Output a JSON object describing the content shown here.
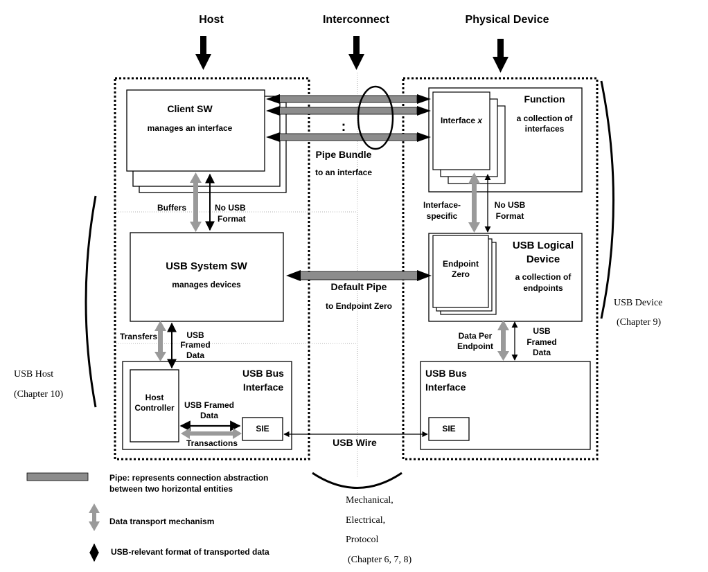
{
  "columns": {
    "host": "Host",
    "interconnect": "Interconnect",
    "physical_device": "Physical Device"
  },
  "host": {
    "client_sw": {
      "title": "Client SW",
      "subtitle": "manages an interface"
    },
    "buffers": "Buffers",
    "no_usb_format": [
      "No USB",
      "Format"
    ],
    "system_sw": {
      "title": "USB System SW",
      "subtitle": "manages devices"
    },
    "transfers": "Transfers",
    "usb_framed_data": [
      "USB",
      "Framed",
      "Data"
    ],
    "bus_interface": {
      "title": [
        "USB Bus",
        "Interface"
      ]
    },
    "host_controller": [
      "Host",
      "Controller"
    ],
    "usb_framed_data_inner": [
      "USB Framed",
      "Data"
    ],
    "sie": "SIE",
    "transactions": "Transactions",
    "bracket_label": [
      "USB Host",
      "(Chapter 10)"
    ]
  },
  "interconnect": {
    "ellipsis": ":",
    "pipe_bundle": "Pipe Bundle",
    "pipe_bundle_sub": "to an interface",
    "default_pipe": "Default Pipe",
    "default_pipe_sub": "to Endpoint Zero",
    "usb_wire": "USB Wire",
    "bottom_label": [
      "Mechanical,",
      "Electrical,",
      "Protocol",
      "(Chapter 6, 7, 8)"
    ]
  },
  "device": {
    "function": {
      "title": "Function",
      "subtitle": [
        "a collection of",
        "interfaces"
      ]
    },
    "interface_x": "Interface x",
    "interface_specific": [
      "Interface-",
      "specific"
    ],
    "no_usb_format": [
      "No USB",
      "Format"
    ],
    "logical_device": {
      "title": [
        "USB Logical",
        "Device"
      ],
      "subtitle": [
        "a collection of",
        "endpoints"
      ]
    },
    "endpoint_zero": [
      "Endpoint",
      "Zero"
    ],
    "data_per_endpoint": [
      "Data Per",
      "Endpoint"
    ],
    "usb_framed_data": [
      "USB",
      "Framed",
      "Data"
    ],
    "bus_interface": {
      "title": [
        "USB Bus",
        "Interface"
      ]
    },
    "sie": "SIE",
    "bracket_label": [
      "USB Device",
      "(Chapter 9)"
    ]
  },
  "legend": {
    "pipe": [
      "Pipe:  represents connection abstraction",
      "between two horizontal entities"
    ],
    "data_transport": "Data transport mechanism",
    "format": "USB-relevant format of transported data"
  },
  "colors": {
    "pipe_fill": "#8c8c8c",
    "transport_arrow": "#9a9a9a",
    "ink": "#000000"
  }
}
